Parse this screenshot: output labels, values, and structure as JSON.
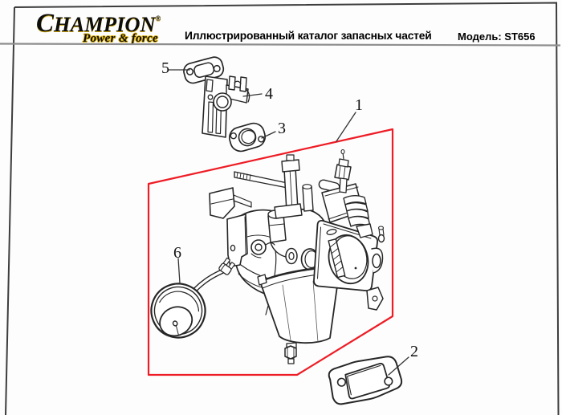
{
  "header": {
    "logo": {
      "brand": "CHAMPION",
      "reg_mark": "®",
      "tagline": "Power & force"
    },
    "title": "Иллюстрированный каталог запасных частей",
    "model_label": "Модель:",
    "model_value": "ST656"
  },
  "diagram": {
    "highlight_color": "#ee1c25",
    "line_color": "#262626",
    "callouts": [
      {
        "num": "1"
      },
      {
        "num": "2"
      },
      {
        "num": "3"
      },
      {
        "num": "4"
      },
      {
        "num": "5"
      },
      {
        "num": "6"
      }
    ]
  }
}
